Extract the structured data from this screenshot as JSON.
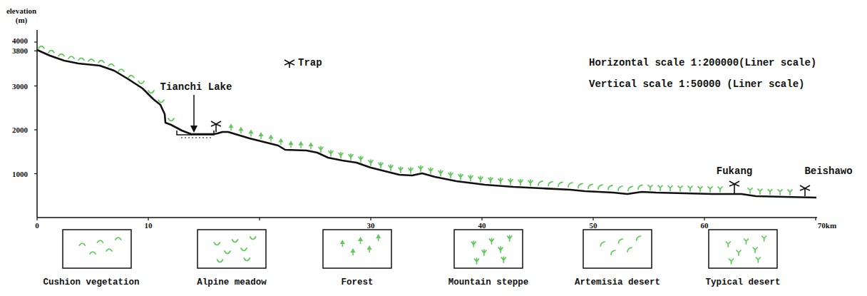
{
  "diagram": {
    "labels": [
      "elevation",
      "(m)",
      "4000",
      "3800",
      "3000",
      "2000",
      "1000",
      "0",
      "10",
      "30",
      "40",
      "50",
      "60",
      "70km",
      "Tianchi Lake",
      "Trap",
      "Horizontal scale 1:200000(Liner scale)",
      "Vertical scale 1:50000 (Liner scale)",
      "Fukang",
      "Beishawo"
    ],
    "legend": [
      {
        "text": "Cushion vegetation"
      },
      {
        "text": "Alpine meadow"
      },
      {
        "text": "Forest"
      },
      {
        "text": "Mountain steppe"
      },
      {
        "text": "Artemisia desert"
      },
      {
        "text": "Typical desert"
      }
    ]
  }
}
